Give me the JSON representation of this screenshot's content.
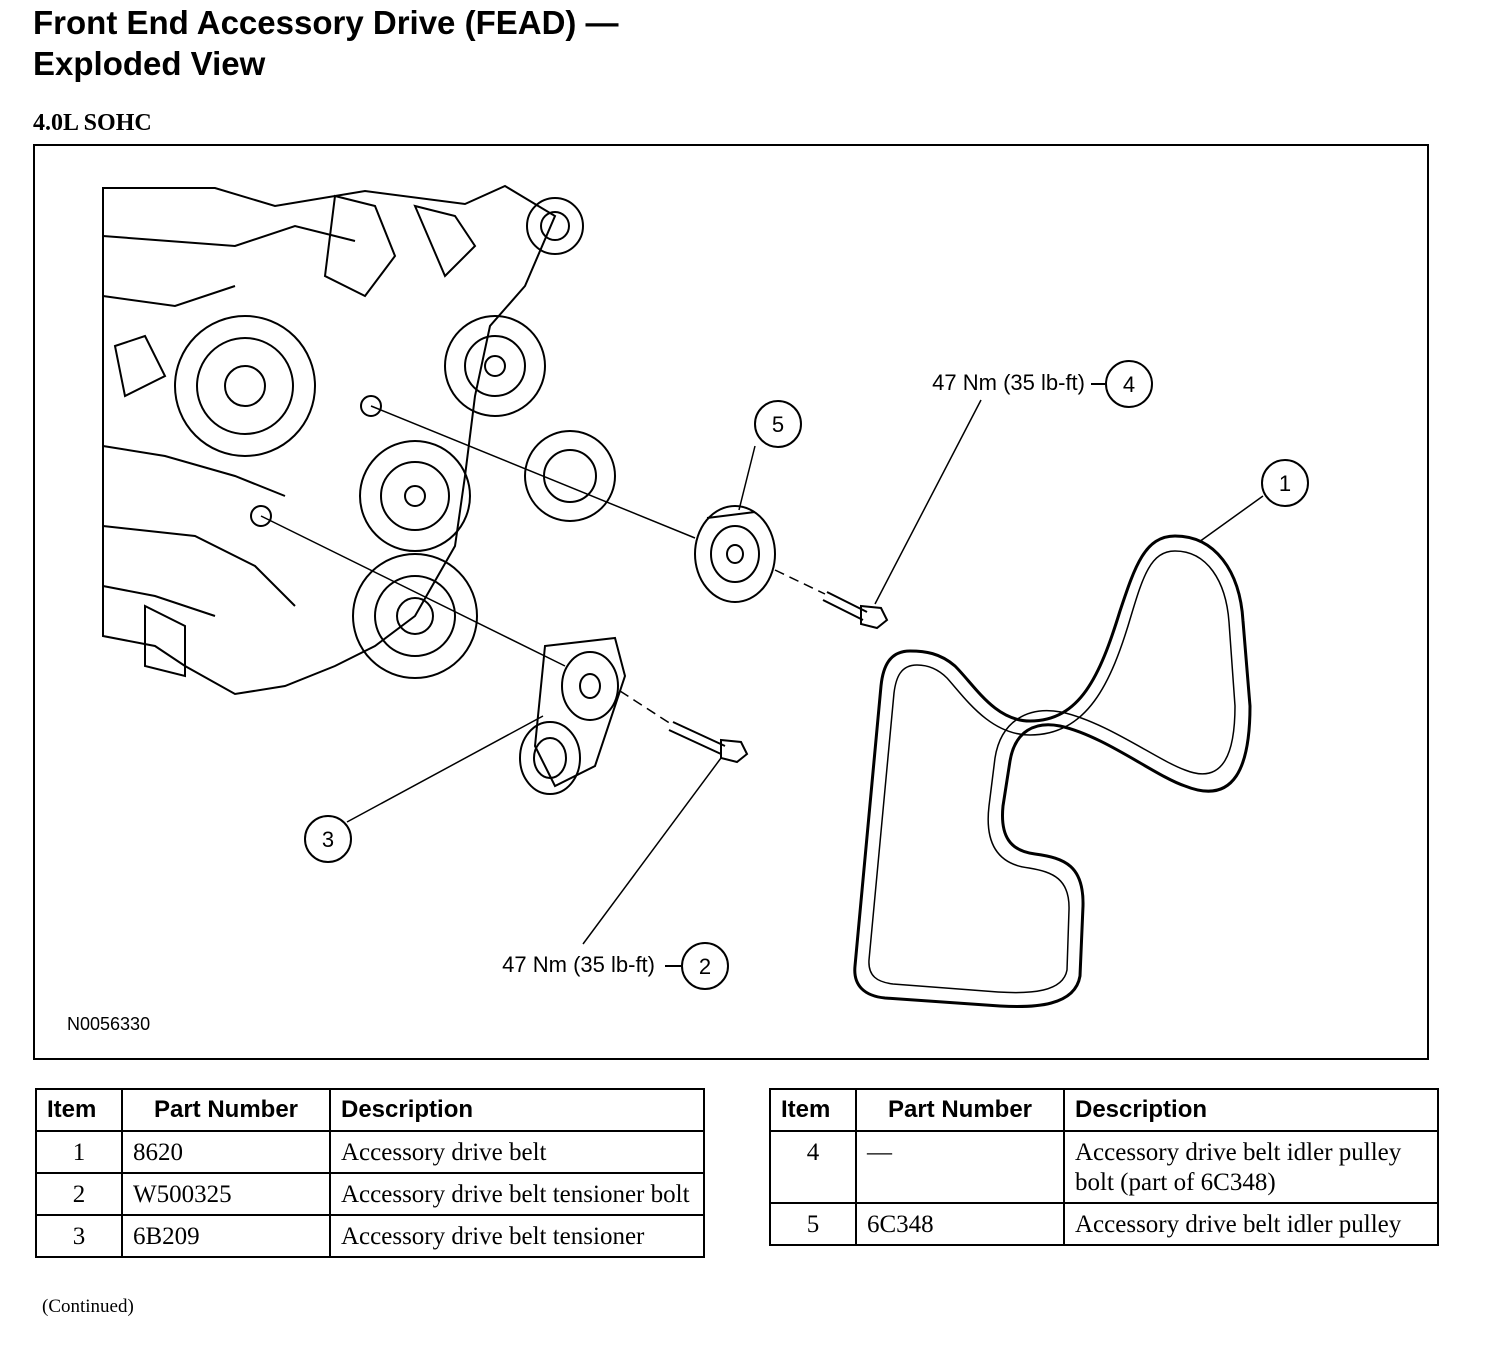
{
  "header": {
    "title_line1": "Front End Accessory Drive (FEAD) —",
    "title_line2": "Exploded View",
    "engine": "4.0L SOHC"
  },
  "figure": {
    "reference_id": "N0056330",
    "callouts": [
      {
        "number": "1"
      },
      {
        "number": "2",
        "torque": "47 Nm (35 lb-ft)"
      },
      {
        "number": "3"
      },
      {
        "number": "4",
        "torque": "47 Nm (35 lb-ft)"
      },
      {
        "number": "5"
      }
    ]
  },
  "tables": {
    "columns": [
      "Item",
      "Part Number",
      "Description"
    ],
    "left_rows": [
      {
        "item": "1",
        "part": "8620",
        "desc": "Accessory drive belt"
      },
      {
        "item": "2",
        "part": "W500325",
        "desc": "Accessory drive belt tensioner bolt"
      },
      {
        "item": "3",
        "part": "6B209",
        "desc": "Accessory drive belt tensioner"
      }
    ],
    "right_rows": [
      {
        "item": "4",
        "part": "—",
        "desc": "Accessory drive belt idler pulley bolt (part of 6C348)"
      },
      {
        "item": "5",
        "part": "6C348",
        "desc": "Accessory drive belt idler pulley"
      }
    ]
  },
  "footer": {
    "continued": "(Continued)"
  }
}
